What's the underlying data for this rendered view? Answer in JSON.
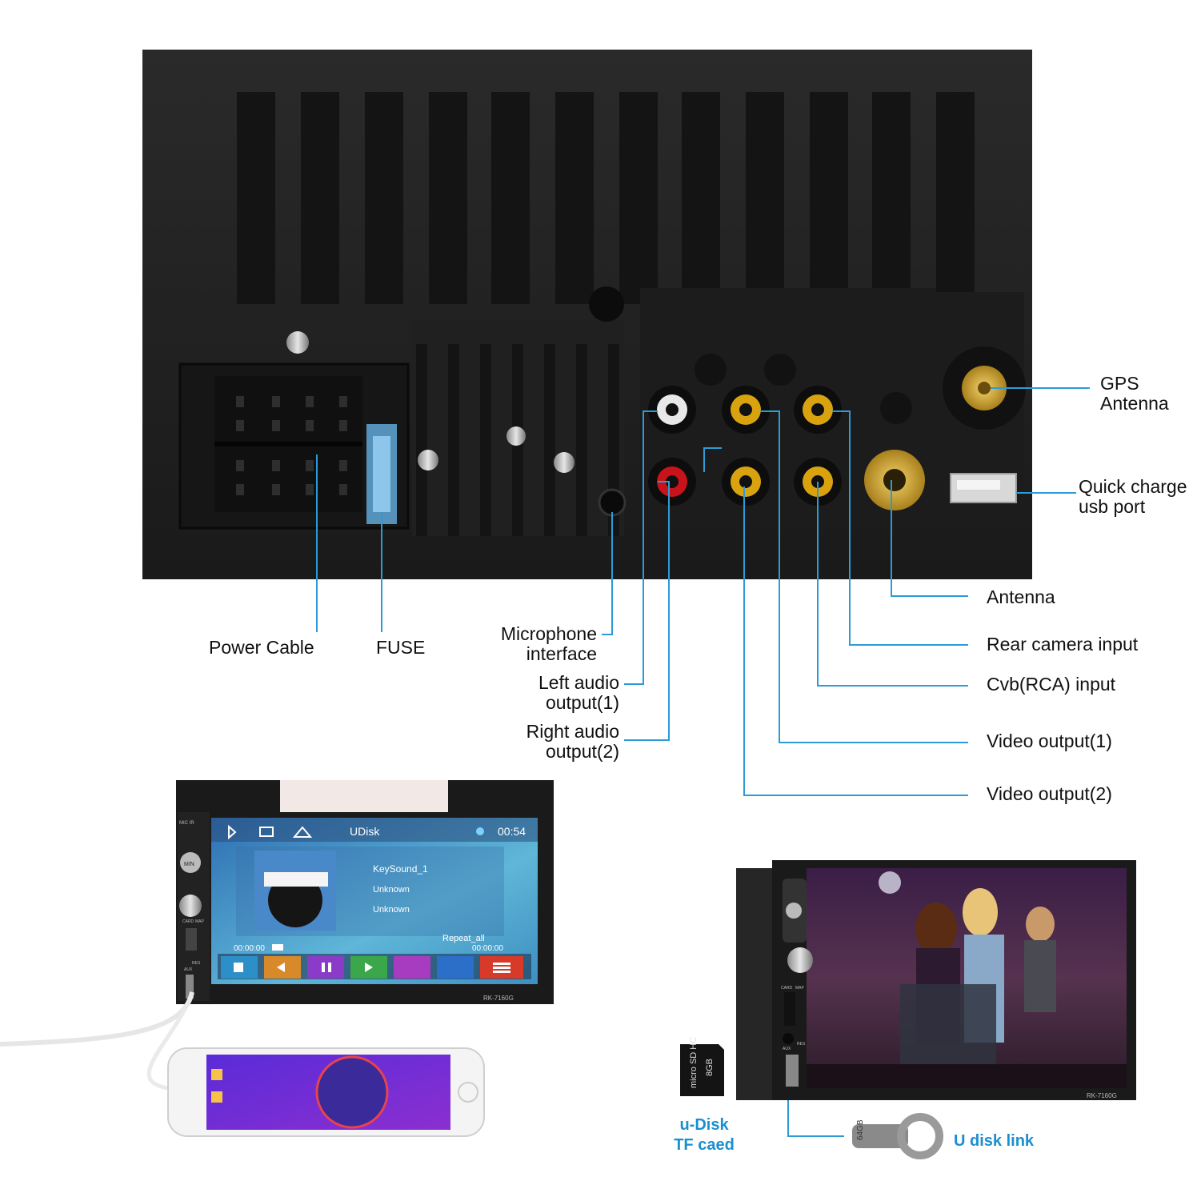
{
  "colors": {
    "leader": "#2c9bd6",
    "unit_body": "#1e1e1e",
    "accent_blue": "#1a8fd0",
    "rca_yellow": "#d9a20f",
    "rca_red": "#c8131a",
    "rca_white": "#e8e8e8"
  },
  "labels": {
    "gps_antenna": [
      "GPS",
      "Antenna"
    ],
    "quick_charge": [
      "Quick charge",
      "usb port"
    ],
    "antenna": "Antenna",
    "rear_camera": "Rear camera input",
    "cvb_input": "Cvb(RCA) input",
    "video_output_1": "Video output(1)",
    "video_output_2": "Video output(2)",
    "power_cable": "Power Cable",
    "fuse": "FUSE",
    "microphone": [
      "Microphone",
      "interface"
    ],
    "left_audio": [
      "Left audio",
      "output(1)"
    ],
    "right_audio": [
      "Right audio",
      "output(2)"
    ],
    "udisk_tf": [
      "u-Disk",
      "TF caed"
    ],
    "udisk_link": "U disk link"
  },
  "front_unit_1": {
    "screen_title": "UDisk",
    "clock": "00:54",
    "track": "KeySound_1",
    "artist": "Unknown",
    "album": "Unknown",
    "repeat": "Repeat_all",
    "time_start": "00:00:00",
    "time_end": "00:00:00",
    "model": "RK-7160G",
    "side_labels": {
      "mic_ir": "MIC IR",
      "card": "CARD",
      "map": "MAP",
      "aux": "AUX",
      "res": "RES",
      "mode": "M/N"
    }
  },
  "front_unit_2": {
    "model": "RK-7160G",
    "side_labels": {
      "card": "CARD",
      "map": "MAP",
      "aux": "AUX",
      "res": "RES"
    }
  },
  "sd_card": {
    "brand": "micro SD HC",
    "capacity": "8GB"
  },
  "usb_stick": {
    "capacity": "64GB"
  }
}
